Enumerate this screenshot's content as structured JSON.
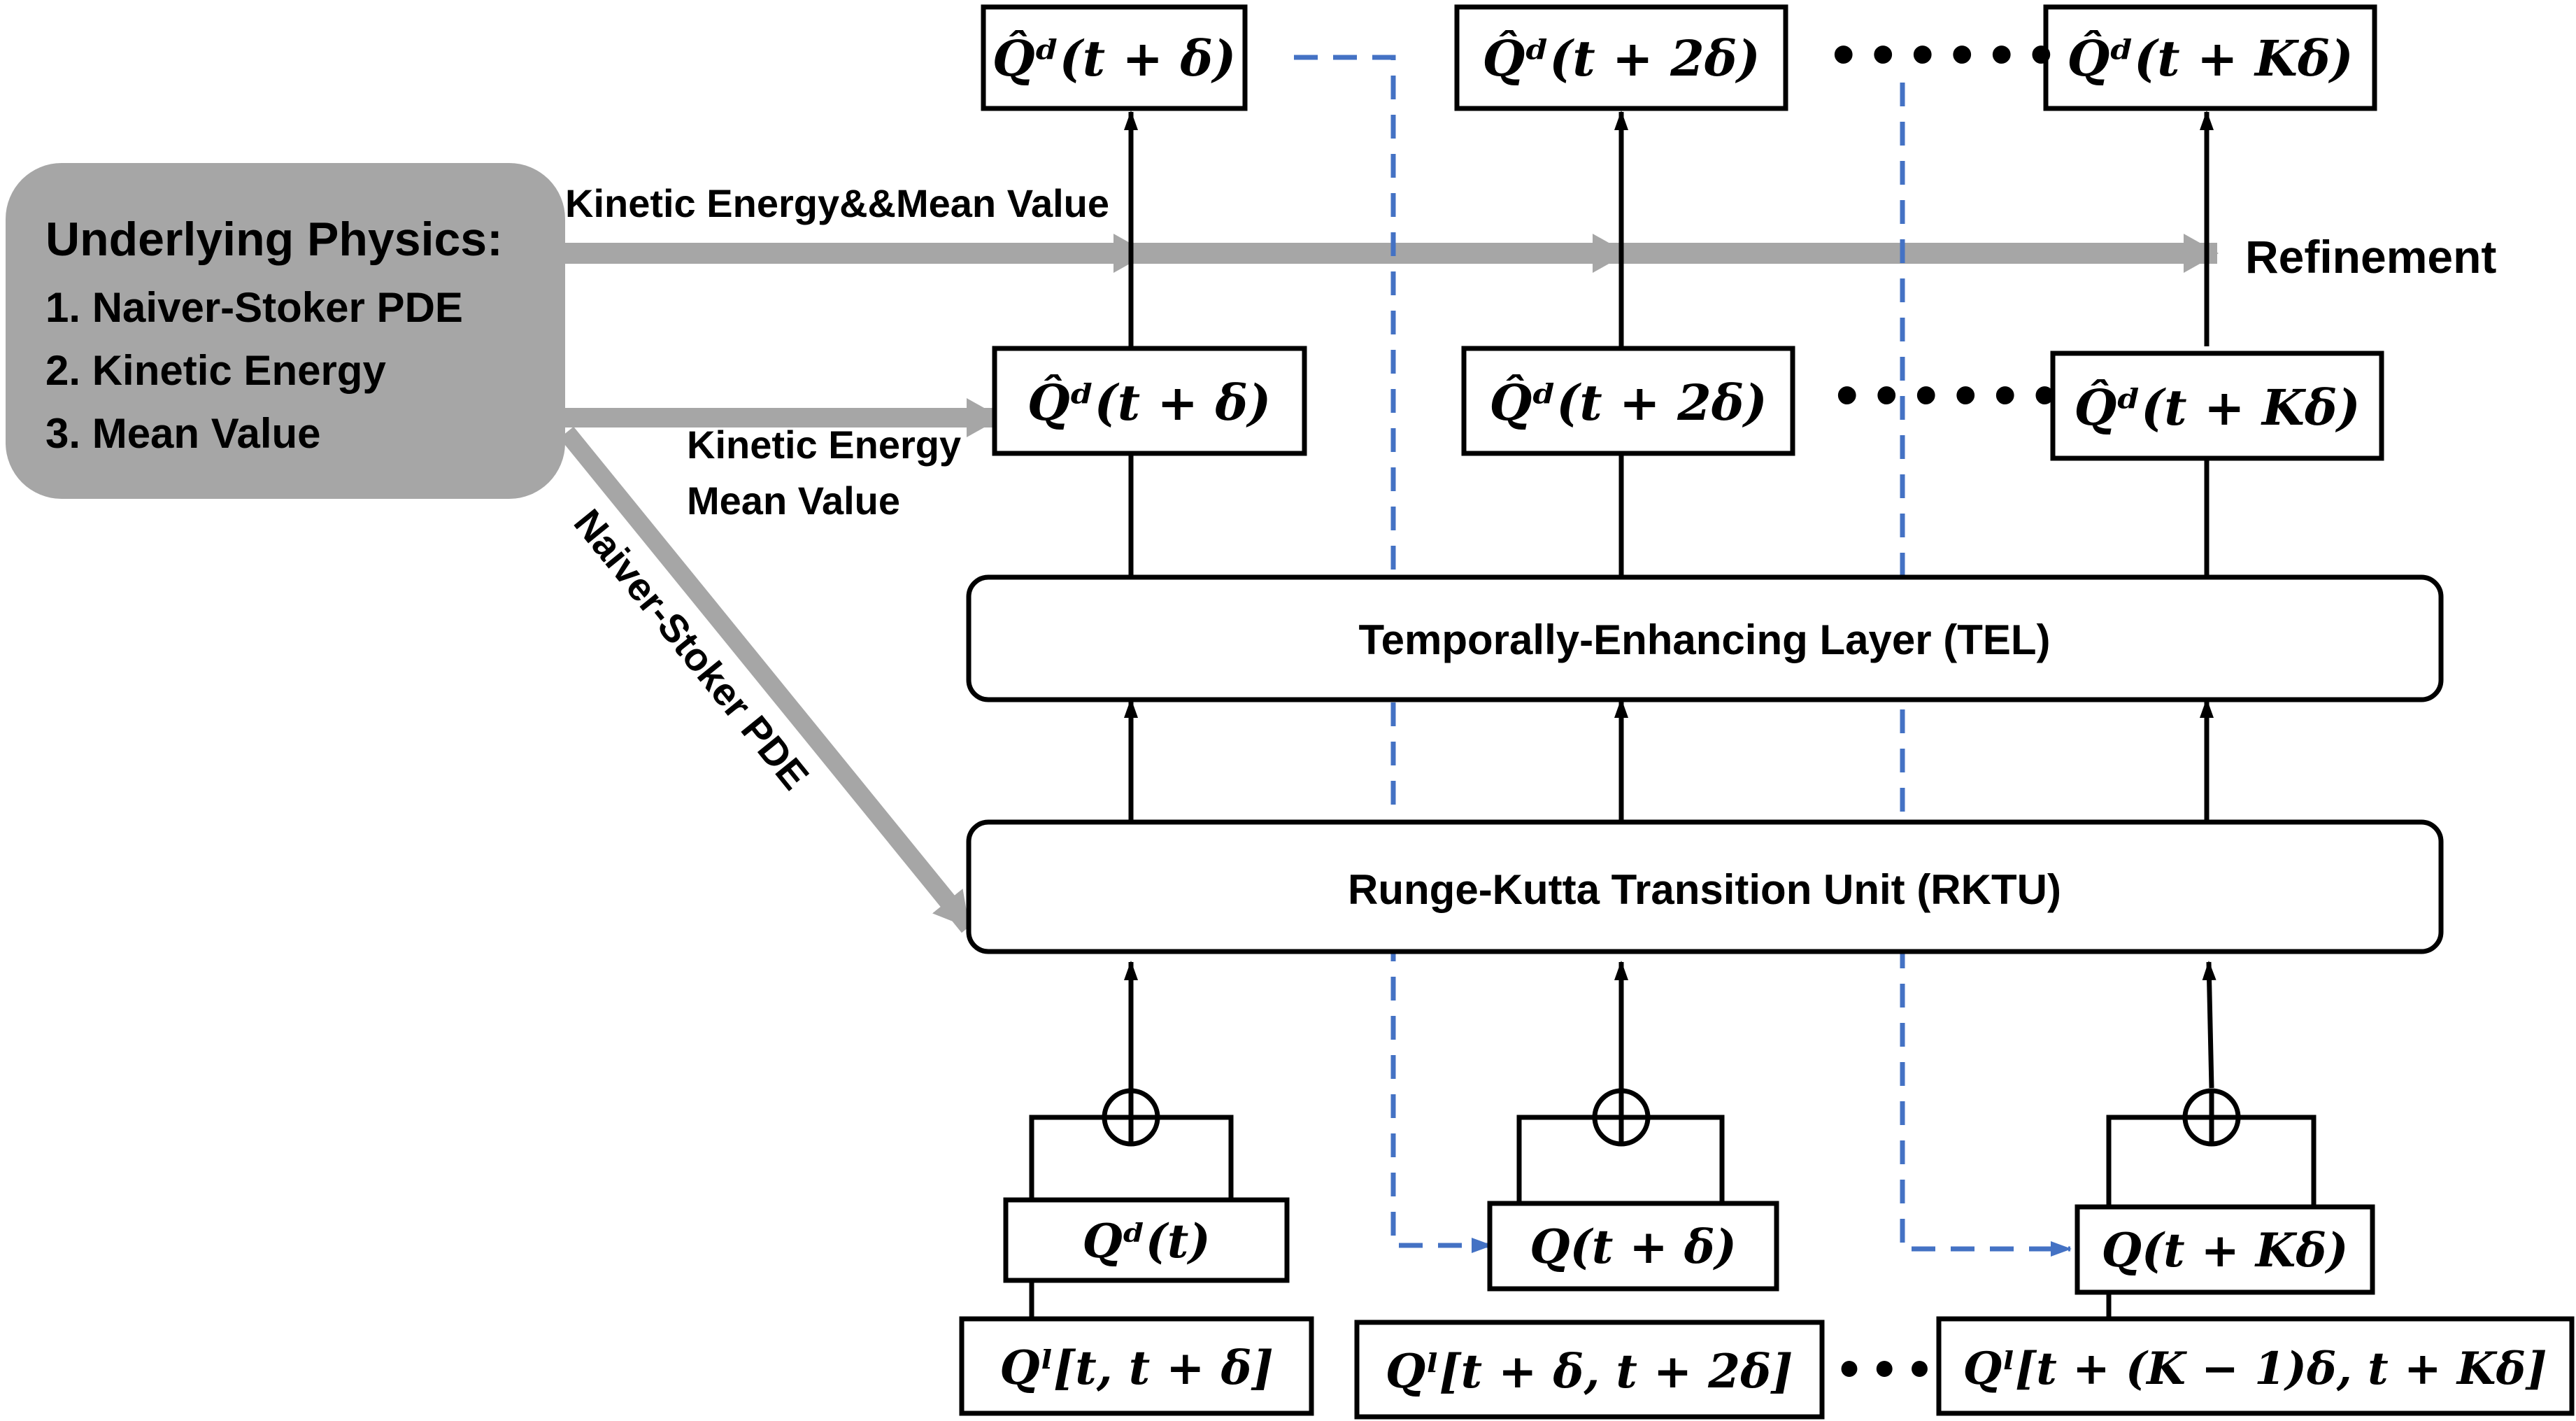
{
  "physics_box": {
    "title": "Underlying Physics:",
    "items": [
      "1. Naiver-Stoker PDE",
      "2. Kinetic Energy",
      "3. Mean Value"
    ]
  },
  "labels": {
    "kinetic_mean_top": "Kinetic Energy&&Mean Value",
    "kinetic_energy": "Kinetic Energy",
    "mean_value": "Mean Value",
    "naiver_stoker_pde": "Naiver-Stoker PDE",
    "refinement": "Refinement"
  },
  "layers": {
    "tel": "Temporally-Enhancing Layer (TEL)",
    "rktu": "Runge-Kutta Transition Unit (RKTU)"
  },
  "ellipsis": "• • • • • •",
  "ellipsis_short": "• • •",
  "math": {
    "qd_hat_t_delta": "Q̂ᵈ(t + δ)",
    "qd_hat_t_2delta": "Q̂ᵈ(t + 2δ)",
    "qd_hat_t_kdelta": "Q̂ᵈ(t + Kδ)",
    "qd_t": "Qᵈ(t)",
    "q_t_delta": "Q(t + δ)",
    "q_t_kdelta": "Q(t + Kδ)",
    "ql_1": "Qˡ[t, t + δ]",
    "ql_2": "Qˡ[t + δ, t + 2δ]",
    "ql_k": "Qˡ[t + (K − 1)δ, t + Kδ]"
  },
  "colors": {
    "physics_fill": "#a6a6a6",
    "gray_arrow": "#a6a6a6",
    "dashed_arrow": "#4472c4",
    "line": "#000000"
  }
}
